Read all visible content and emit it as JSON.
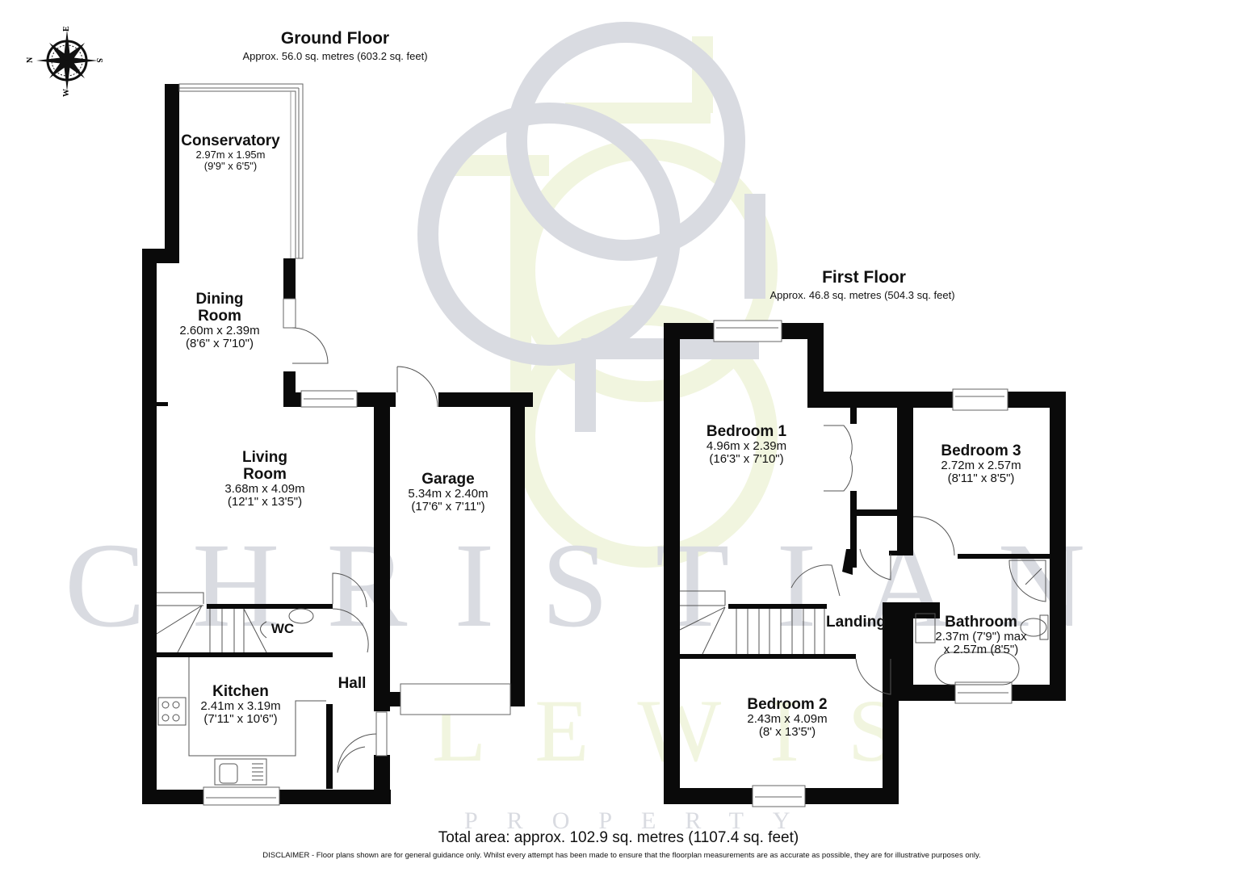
{
  "ground_floor": {
    "title": "Ground Floor",
    "area": "Approx. 56.0 sq. metres (603.2 sq. feet)",
    "rooms": [
      {
        "name": "Conservatory",
        "dim_m": "2.97m x 1.95m",
        "dim_ft": "(9'9\" x 6'5\")"
      },
      {
        "name_line1": "Dining",
        "name_line2": "Room",
        "dim_m": "2.60m x 2.39m",
        "dim_ft": "(8'6\" x 7'10\")"
      },
      {
        "name_line1": "Living",
        "name_line2": "Room",
        "dim_m": "3.68m x 4.09m",
        "dim_ft": "(12'1\" x 13'5\")"
      },
      {
        "name": "Garage",
        "dim_m": "5.34m x 2.40m",
        "dim_ft": "(17'6\" x 7'11\")"
      },
      {
        "name": "WC"
      },
      {
        "name": "Kitchen",
        "dim_m": "2.41m x 3.19m",
        "dim_ft": "(7'11\" x 10'6\")"
      },
      {
        "name": "Hall"
      }
    ]
  },
  "first_floor": {
    "title": "First Floor",
    "area": "Approx. 46.8 sq. metres (504.3 sq. feet)",
    "rooms": [
      {
        "name": "Bedroom 1",
        "dim_m": "4.96m x 2.39m",
        "dim_ft": "(16'3\" x 7'10\")"
      },
      {
        "name": "Bedroom 3",
        "dim_m": "2.72m x 2.57m",
        "dim_ft": "(8'11\" x 8'5\")"
      },
      {
        "name": "Landing"
      },
      {
        "name": "Bathroom",
        "dim_line1": "2.37m (7'9\") max",
        "dim_line2": "x 2.57m (8'5\")"
      },
      {
        "name": "Bedroom 2",
        "dim_m": "2.43m x 4.09m",
        "dim_ft": "(8' x 13'5\")"
      }
    ]
  },
  "compass": {
    "n": "N",
    "e": "E",
    "s": "S",
    "w": "W"
  },
  "watermark": {
    "line1": "CHRISTIAN",
    "line2": "LEWIS",
    "line3": "PROPERTY",
    "gray": "#d9dbe1",
    "green": "#f1f5df"
  },
  "footer": {
    "total_area": "Total area: approx. 102.9 sq. metres (1107.4 sq. feet)",
    "disclaimer": "DISCLAIMER -  Floor plans shown are for general guidance only. Whilst every attempt has been made to ensure that the floorplan measurements are as accurate as possible, they are for illustrative purposes only."
  },
  "colors": {
    "wall": "#0a0a0a",
    "fixture_line": "#555555",
    "background": "#ffffff"
  }
}
